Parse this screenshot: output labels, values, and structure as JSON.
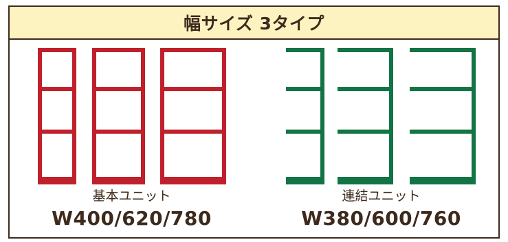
{
  "header": {
    "title": "幅サイズ 3タイプ"
  },
  "units": [
    {
      "name": "基本ユニット",
      "sizes": "W400/620/780",
      "color": "#c0202b",
      "type": "basic",
      "count": 3
    },
    {
      "name": "連結ユニット",
      "sizes": "W380/600/760",
      "color": "#127444",
      "type": "linked",
      "count": 3
    }
  ],
  "colors": {
    "border": "#3d2a1c",
    "header_bg": "#fdf3c1",
    "text": "#3d2a1c"
  }
}
